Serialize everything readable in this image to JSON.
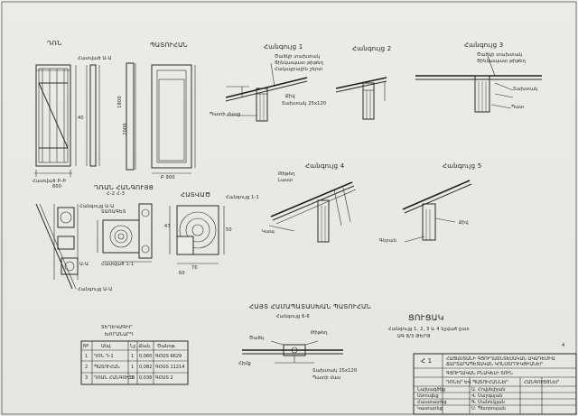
{
  "views": {
    "view1": {
      "title": "ԴՌՆ",
      "note": "Հատված Ա-Ա",
      "bottom": "Հատված Բ-Բ",
      "dims": [
        "40",
        "1800",
        "800",
        "2000"
      ]
    },
    "view2": {
      "title": "ՊԱՏՈՒՀԱՆ",
      "bottom": "Բ  900"
    },
    "view3": {
      "title": "Հանգույց 1",
      "top_notes": [
        "Ծածկի տախտակ",
        "Ցինկապատ թիթեղ",
        "Հակաջրային շերտ"
      ],
      "side_notes": [
        "Քիվ",
        "Տախտակ 25x120",
        "Պատի մասը"
      ]
    },
    "view4": {
      "title": "Հանգույց 2"
    },
    "view5": {
      "title": "Հանգույց 3",
      "notes": [
        "Ծածկի տախտակ",
        "Ցինկապատ թիթեղ",
        "Տախտակ",
        "Պատ"
      ]
    },
    "view6": {
      "title": "Հանգույց 4",
      "notes": [
        "Թիթեղ",
        "Լաստ",
        "Կապ"
      ]
    },
    "view7": {
      "title": "Հանգույց 5",
      "notes": [
        "Քիվ",
        "Գերան"
      ]
    },
    "detailA": {
      "title": "ԴՌԱՆ ՀԱՆԳՈՒՅՑ",
      "sub": "Հ-2  Հ-3",
      "notes": [
        "Հանգույց Ա-Ա",
        "Ա-Ա",
        "Հանգույց Ա-Ա"
      ]
    },
    "detailB": {
      "title": "Հատված 1-1",
      "sub": "ՏԱՌԱԳԵՏ"
    },
    "detailC": {
      "title": "ՀԱՏՎԱԾ",
      "sub": "Հանգույց 1-1",
      "dims": [
        "47",
        "70",
        "50",
        "60"
      ]
    },
    "detailD": {
      "title": "ՀԱՅՏ ՀԱՄԱՊԱՏԱՍԽԱՆ ՊԱՏՈՒՀԱՆ",
      "sub": "Հանգույց 6-6",
      "notes": [
        "Ծածկ",
        "Թիթեղ",
        "Հիմք",
        "Տախտակ 25x120",
        "Պատի մաս"
      ]
    },
    "notes_center": {
      "title": "ՑՈՒՑԱԿ",
      "lines": [
        "Հանգույց 1, 2, 3 և 4 նշված ըստ",
        "ԱԳ 8/3 ԹԵՐԹ"
      ]
    }
  },
  "spec_table": {
    "title1": "ՏԵՂԵԿԱԳԻՐ",
    "title2": "ԽՈՐԱՆԱՐԴ",
    "headers": [
      "Nº",
      "Անվ.",
      "Նշ.",
      "Քան.",
      "Ծանոթ."
    ],
    "rows": [
      [
        "1",
        "ԴՌՆ  Դ-1",
        "1",
        "0,060",
        "ԳՕՍՏ 6629"
      ],
      [
        "2",
        "ՊԱՏՈՒՀԱՆ",
        "1",
        "0,082",
        "ԳՕՍՏ 11214"
      ],
      [
        "3",
        "ԴՌԱՆ ՀԱՆԳՈՒՅՑ",
        "1",
        "0,038",
        "ԳՕՍՏ 2"
      ]
    ]
  },
  "title_block": {
    "sheet_no": "Հ 1",
    "org_lines": [
      "ՀԱՅԱՍՏԱՆԻ ԳՅՈՒՂԱՏՆՏԵՍԱԿԱՆ ԱԿԱԴԵՄԻԱ",
      "ՃԱՐՏԱՐԱՊԵՏԱԿԱՆ ԿՈՆՍՏՐՈՒԿՑԻԱՆԵՐ"
    ],
    "project": "ԳՅՈՒՂԱԿԱՆ ԲՆԱԿԵԼԻ ՏՈՒՆ",
    "roles": [
      "Նախագծեց",
      "Ստուգեց",
      "Հաստատեց",
      "Կատարեց"
    ],
    "names": [
      "Ա. Հովսեփյան",
      "Վ. Սարգսյան",
      "Գ. Մանուկյան",
      "Ս. Պետրոսյան"
    ],
    "stage_label": "ԴՌՆԵՐ ԵՎ ՊԱՏՈՒՀԱՆՆԵՐ",
    "stage2": "ՀԱՆԳՈՒՅՑՆԵՐ",
    "sheet_mark": "4"
  }
}
